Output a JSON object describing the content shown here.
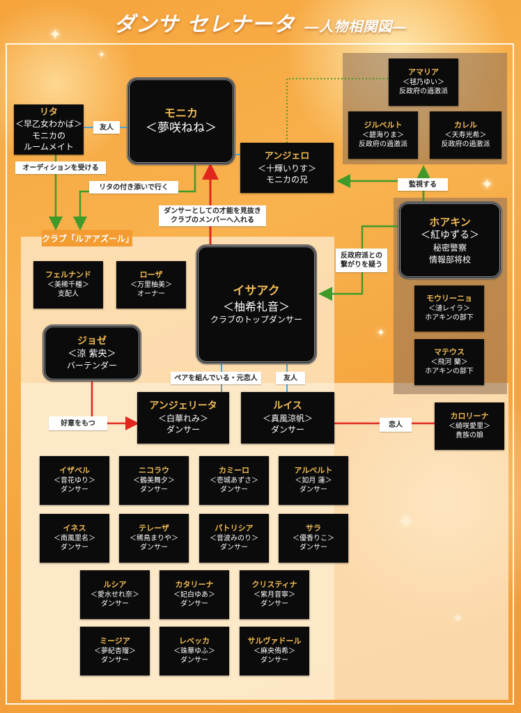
{
  "header": {
    "title": "ダンサ セレナータ",
    "subtitle": "―人物相関図―"
  },
  "club_label": "クラブ「ルアアズール」",
  "characters": {
    "rita": {
      "name": "リタ",
      "actor": "＜早乙女わかば＞",
      "role": "モニカの",
      "role2": "ルームメイト"
    },
    "monica": {
      "name": "モニカ",
      "actor": "＜夢咲ねね＞"
    },
    "angelo": {
      "name": "アンジェロ",
      "actor": "＜十輝いりす＞",
      "role": "モニカの兄"
    },
    "amalia": {
      "name": "アマリア",
      "actor": "＜毬乃ゆい＞",
      "role": "反政府の過激派"
    },
    "gilberto": {
      "name": "ジルベルト",
      "actor": "＜碧海りま＞",
      "role": "反政府の過激派"
    },
    "karel": {
      "name": "カレル",
      "actor": "＜天寿光希＞",
      "role": "反政府の過激派"
    },
    "joaquin": {
      "name": "ホアキン",
      "actor": "＜紅ゆずる＞",
      "role": "秘密警察",
      "role2": "情報部将校"
    },
    "mourinho": {
      "name": "モウリーニョ",
      "actor": "＜漣レイラ＞",
      "role": "ホアキンの部下"
    },
    "mateus": {
      "name": "マテウス",
      "actor": "＜飛河 蘭＞",
      "role": "ホアキンの部下"
    },
    "fernand": {
      "name": "フェルナンド",
      "actor": "＜美稀千種＞",
      "role": "支配人"
    },
    "rosa": {
      "name": "ローザ",
      "actor": "＜万里柚美＞",
      "role": "オーナー"
    },
    "isaac": {
      "name": "イサアク",
      "actor": "＜柚希礼音＞",
      "role": "クラブのトップダンサー"
    },
    "jose": {
      "name": "ジョゼ",
      "actor": "＜涼 紫央＞",
      "role": "バーテンダー"
    },
    "angelita": {
      "name": "アンジェリータ",
      "actor": "＜白華れみ＞",
      "role": "ダンサー"
    },
    "luis": {
      "name": "ルイス",
      "actor": "＜真風涼帆＞",
      "role": "ダンサー"
    },
    "carolina": {
      "name": "カロリーナ",
      "actor": "＜綺咲愛里＞",
      "role": "貴族の娘"
    }
  },
  "dancers": [
    {
      "name": "イザベル",
      "actor": "＜音花ゆり＞",
      "role": "ダンサー"
    },
    {
      "name": "ニコラウ",
      "actor": "＜鶴美舞夕＞",
      "role": "ダンサー"
    },
    {
      "name": "カミーロ",
      "actor": "＜壱城あずさ＞",
      "role": "ダンサー"
    },
    {
      "name": "アルベルト",
      "actor": "＜如月 蓮＞",
      "role": "ダンサー"
    },
    {
      "name": "イネス",
      "actor": "＜南風里名＞",
      "role": "ダンサー"
    },
    {
      "name": "テレーザ",
      "actor": "＜稀鳥まりや＞",
      "role": "ダンサー"
    },
    {
      "name": "パトリシア",
      "actor": "＜音波みのり＞",
      "role": "ダンサー"
    },
    {
      "name": "サラ",
      "actor": "＜優香りこ＞",
      "role": "ダンサー"
    },
    {
      "name": "ルシア",
      "actor": "＜愛水せれ奈＞",
      "role": "ダンサー"
    },
    {
      "name": "カタリーナ",
      "actor": "＜妃白ゆあ＞",
      "role": "ダンサー"
    },
    {
      "name": "クリスティナ",
      "actor": "＜紫月音寧＞",
      "role": "ダンサー"
    },
    {
      "name": "ミージア",
      "actor": "＜夢紀杏瑠＞",
      "role": "ダンサー"
    },
    {
      "name": "レベッカ",
      "actor": "＜珠華ゆふ＞",
      "role": "ダンサー"
    },
    {
      "name": "サルヴァドール",
      "actor": "＜麻央侑希＞",
      "role": "ダンサー"
    }
  ],
  "relations": {
    "friend_rita_monica": "友人",
    "audition": "オーディションを受ける",
    "accompany": "リタの付き添いで行く",
    "talent": "ダンサーとしての才能を見抜き",
    "talent2": "クラブのメンバーへ入れる",
    "watch": "監視する",
    "suspect": "反政府派との",
    "suspect2": "繋がりを疑う",
    "pair": "ペアを組んでいる・元恋人",
    "friend_isaac_luis": "友人",
    "crush": "好意をもつ",
    "lover": "恋人"
  },
  "colors": {
    "arrow_red": "#e0261d",
    "arrow_green": "#3f9a2a",
    "line_blue": "#4aa3d8",
    "line_dotted": "#4a9a2a"
  }
}
